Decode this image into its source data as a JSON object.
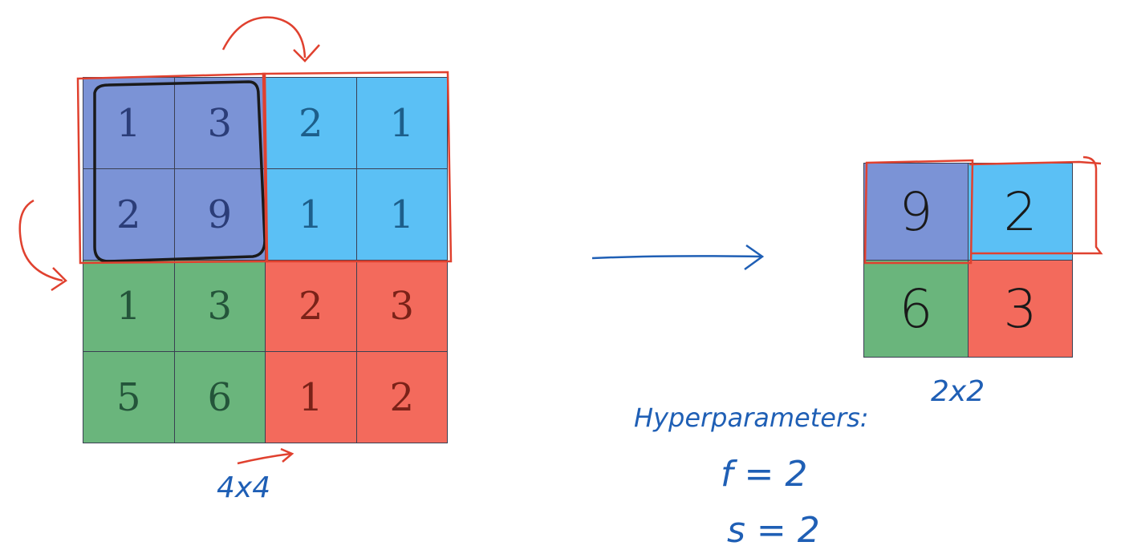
{
  "input_matrix": {
    "size_label": "4x4",
    "rows": [
      [
        "1",
        "3",
        "2",
        "1"
      ],
      [
        "2",
        "9",
        "1",
        "1"
      ],
      [
        "1",
        "3",
        "2",
        "3"
      ],
      [
        "5",
        "6",
        "1",
        "2"
      ]
    ],
    "quadrant_colors": {
      "top_left": "#7b93d6",
      "top_right": "#5bc0f5",
      "bottom_left": "#6ab57c",
      "bottom_right": "#f36a5c"
    },
    "text_colors": {
      "top_left": "#2b3d78",
      "top_right": "#1d5e8a",
      "bottom_left": "#24543a",
      "bottom_right": "#7a2218"
    }
  },
  "output_matrix": {
    "size_label": "2x2",
    "rows": [
      [
        "9",
        "2"
      ],
      [
        "6",
        "3"
      ]
    ]
  },
  "annotations": {
    "hyperparameters_label": "Hyperparameters:",
    "filter_size": "f = 2",
    "stride": "s = 2"
  },
  "colors": {
    "annotation_blue": "#1f5fb5",
    "highlight_red": "#e0412f",
    "window_black": "#1a1a1a"
  }
}
